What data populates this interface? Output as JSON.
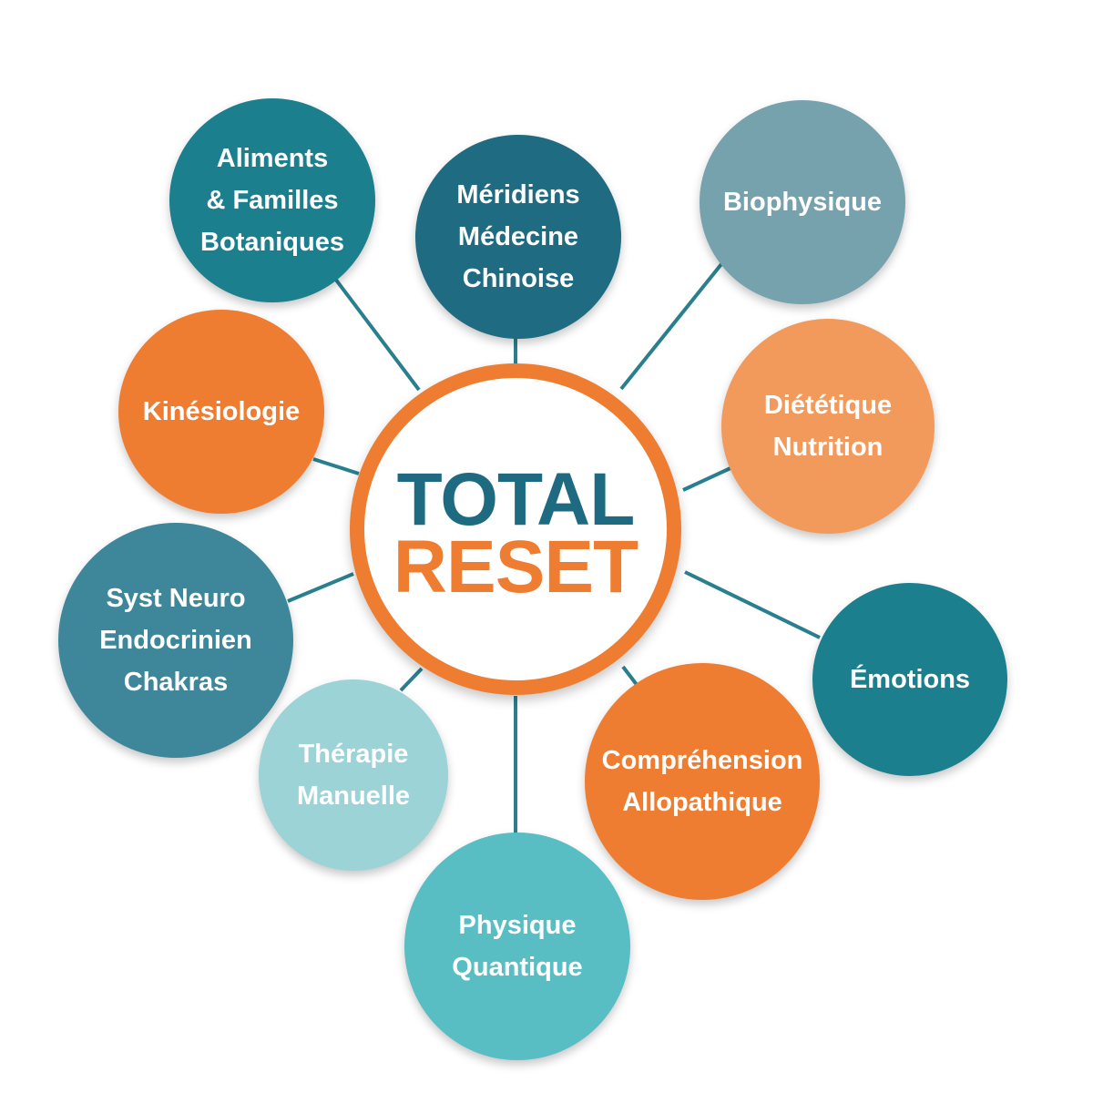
{
  "center": {
    "line1": "TOTAL",
    "line2": "RESET",
    "line1_color": "#1e6b81",
    "line2_color": "#ee7d31",
    "ring_color": "#ee7d31"
  },
  "connector_color": "#2a7f8e",
  "nodes": [
    {
      "id": "aliments",
      "lines": [
        "Aliments",
        "& Familles",
        "Botaniques"
      ],
      "color": "#1c7f8e"
    },
    {
      "id": "meridiens",
      "lines": [
        "Méridiens",
        "Médecine",
        "Chinoise"
      ],
      "color": "#1f6b82"
    },
    {
      "id": "biophysique",
      "lines": [
        "Biophysique"
      ],
      "color": "#76a2ae"
    },
    {
      "id": "kinesiologie",
      "lines": [
        "Kinésiologie"
      ],
      "color": "#ee7d31"
    },
    {
      "id": "dietetique",
      "lines": [
        "Diététique",
        "Nutrition"
      ],
      "color": "#f29a5b"
    },
    {
      "id": "syst-neuro",
      "lines": [
        "Syst Neuro",
        "Endocrinien",
        "Chakras"
      ],
      "color": "#3e869a"
    },
    {
      "id": "emotions",
      "lines": [
        "Émotions"
      ],
      "color": "#1c7f8e"
    },
    {
      "id": "therapie",
      "lines": [
        "Thérapie",
        "Manuelle"
      ],
      "color": "#9bd3d6"
    },
    {
      "id": "comprehension",
      "lines": [
        "Compréhension",
        "Allopathique"
      ],
      "color": "#ee7d31"
    },
    {
      "id": "physique",
      "lines": [
        "Physique",
        "Quantique"
      ],
      "color": "#58bec3"
    }
  ]
}
